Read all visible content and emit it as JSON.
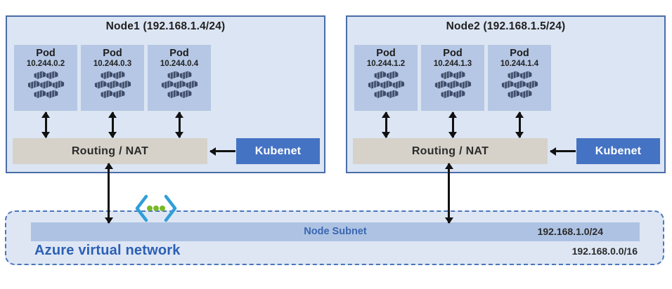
{
  "nodes": [
    {
      "title": "Node1 (192.168.1.4/24)",
      "pods": [
        {
          "label": "Pod",
          "ip": "10.244.0.2"
        },
        {
          "label": "Pod",
          "ip": "10.244.0.3"
        },
        {
          "label": "Pod",
          "ip": "10.244.0.4"
        }
      ],
      "routing_label": "Routing / NAT",
      "kubenet_label": "Kubenet"
    },
    {
      "title": "Node2 (192.168.1.5/24)",
      "pods": [
        {
          "label": "Pod",
          "ip": "10.244.1.2"
        },
        {
          "label": "Pod",
          "ip": "10.244.1.3"
        },
        {
          "label": "Pod",
          "ip": "10.244.1.4"
        }
      ],
      "routing_label": "Routing / NAT",
      "kubenet_label": "Kubenet"
    }
  ],
  "virtual_network": {
    "label": "Azure virtual network",
    "cidr": "192.168.0.0/16",
    "subnet": {
      "label": "Node Subnet",
      "cidr": "192.168.1.0/24"
    }
  },
  "icons": {
    "pod": "container-cluster-icon",
    "virtual_network": "virtual-network-icon"
  },
  "palette": {
    "node_fill": "#dce5f3",
    "node_border": "#4a6da8",
    "pod_fill": "#b5c7e4",
    "pod_icon": "#3d4c6b",
    "routing_fill": "#d6d2ca",
    "kubenet_fill": "#4573c4",
    "kubenet_text": "#ffffff",
    "subnet_fill": "#aec3e3",
    "subnet_label_text": "#3a66b0",
    "vnet_fill": "#dee6f4",
    "vnet_border": "#4a76bb",
    "vnet_label_text": "#2c60b4",
    "arrow": "#111111",
    "vnet_icon_bracket": "#2f9fd9",
    "vnet_icon_dot": "#79b928"
  }
}
